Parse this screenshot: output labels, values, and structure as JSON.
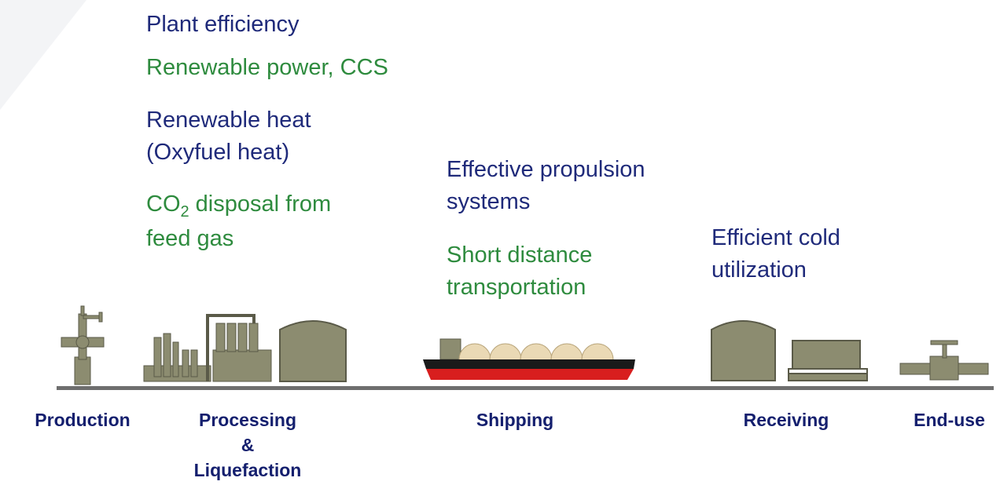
{
  "annotations": {
    "plant_efficiency": "Plant efficiency",
    "renewable_power_ccs": "Renewable power, CCS",
    "renewable_heat_line1": "Renewable heat",
    "renewable_heat_line2": "(Oxyfuel heat)",
    "co2_prefix": "CO",
    "co2_subscript": "2",
    "co2_suffix": " disposal from",
    "co2_line2": "feed gas",
    "propulsion_line1": "Effective propulsion",
    "propulsion_line2": "systems",
    "short_distance_line1": "Short distance",
    "short_distance_line2": "transportation",
    "cold_line1": "Efficient cold",
    "cold_line2": "utilization"
  },
  "stages": {
    "production": "Production",
    "processing_line1": "Processing",
    "processing_line2": "&",
    "processing_line3": "Liquefaction",
    "shipping": "Shipping",
    "receiving": "Receiving",
    "end_use": "End-use"
  },
  "colors": {
    "navy_text": "#1f2a7a",
    "green_text": "#2e8b3e",
    "label_text": "#141f6e",
    "equipment": "#8c8c70",
    "hull_black": "#1a1a1a",
    "hull_red": "#d81e1e",
    "lng_dome": "#ead9b5"
  }
}
